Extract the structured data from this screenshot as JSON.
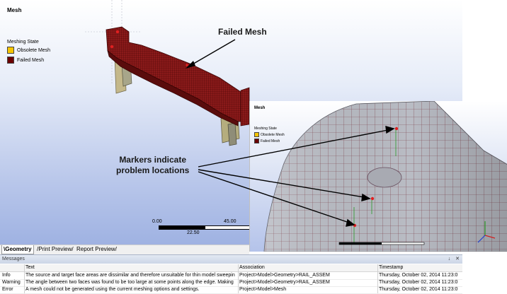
{
  "main_view": {
    "title": "Mesh",
    "legend": {
      "heading": "Meshing State",
      "items": [
        {
          "label": "Obsolete Mesh",
          "color": "#f5c400"
        },
        {
          "label": "Failed Mesh",
          "color": "#6b0000"
        }
      ]
    },
    "scale": {
      "left": "0.00",
      "right": "45.00",
      "middle": "22.50"
    }
  },
  "inset_view": {
    "title": "Mesh",
    "legend": {
      "heading": "Meshing State",
      "items": [
        {
          "label": "Obsolete Mesh",
          "color": "#f5c400"
        },
        {
          "label": "Failed Mesh",
          "color": "#6b0000"
        }
      ]
    }
  },
  "annotations": {
    "failed_mesh": "Failed Mesh",
    "markers_line1": "Markers indicate",
    "markers_line2": "problem locations"
  },
  "tabs": [
    {
      "label": "Geometry",
      "active": true
    },
    {
      "label": "Print Preview",
      "active": false
    },
    {
      "label": "Report Preview",
      "active": false
    }
  ],
  "messages": {
    "title": "Messages",
    "controls": {
      "pin": "↓",
      "close": "✕"
    },
    "columns": [
      "Text",
      "Association",
      "Timestamp"
    ],
    "rows": [
      {
        "type": "Info",
        "text": "The source and target face areas are dissimilar and therefore unsuitable for thin model sweepin",
        "association": "Project>Model>Geometry>RAIL_ASSEM",
        "timestamp": "Thursday, October 02, 2014 11:23:0"
      },
      {
        "type": "Warning",
        "text": "The angle between two faces was found to be too large at some points along the edge. Making",
        "association": "Project>Model>Geometry>RAIL_ASSEM",
        "timestamp": "Thursday, October 02, 2014 11:23:0"
      },
      {
        "type": "Error",
        "text": "A mesh could not be generated using the current meshing options and settings.",
        "association": "Project>Model>Mesh",
        "timestamp": "Thursday, October 02, 2014 11:23:0"
      }
    ]
  },
  "colors": {
    "mesh": "#7a1414",
    "marker": "#e02020",
    "background_blue": "#9fb2e2"
  }
}
